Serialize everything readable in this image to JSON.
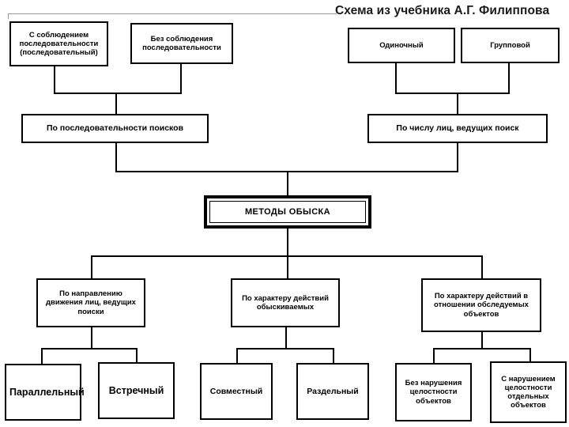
{
  "header": {
    "title": "Схема из учебника А.Г. Филиппова",
    "rule_color": "#9a9a9a"
  },
  "diagram": {
    "type": "hierarchy-chart",
    "orientation": "top-down",
    "line_color": "#000000",
    "box_fill": "#ffffff",
    "box_border": "#000000",
    "root": {
      "label": "МЕТОДЫ ОБЫСКА"
    },
    "upper_branches": [
      {
        "label": "По последовательности поисков",
        "children": [
          {
            "label": "С соблюдением последовательности (последовательный)"
          },
          {
            "label": "Без соблюдения последовательности"
          }
        ]
      },
      {
        "label": "По числу лиц, ведущих поиск",
        "children": [
          {
            "label": "Одиночный"
          },
          {
            "label": "Групповой"
          }
        ]
      }
    ],
    "lower_branches": [
      {
        "label": "По направлению движения лиц, ведущих поиски",
        "children": [
          {
            "label": "Параллельный"
          },
          {
            "label": "Встречный"
          }
        ]
      },
      {
        "label": "По характеру действий обыскиваемых",
        "children": [
          {
            "label": "Совместный"
          },
          {
            "label": "Раздельный"
          }
        ]
      },
      {
        "label": "По характеру действий в отношении обследуемых объектов",
        "children": [
          {
            "label": "Без нарушения целостности объектов"
          },
          {
            "label": "С нарушением целостности отдельных объектов"
          }
        ]
      }
    ]
  }
}
